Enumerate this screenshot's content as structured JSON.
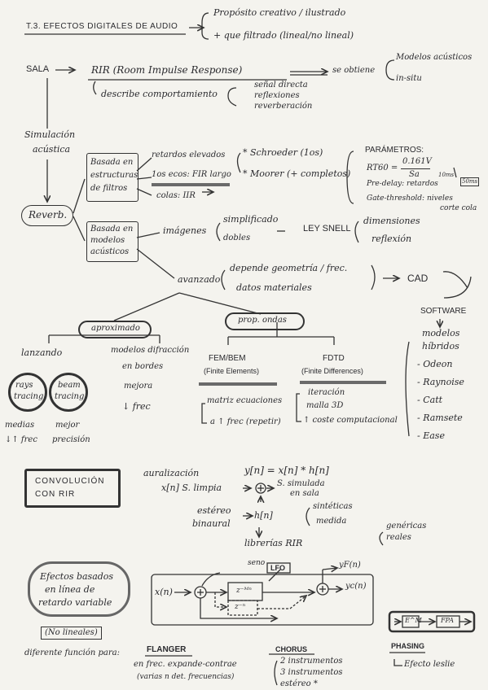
{
  "title": "T.3. EFECTOS DIGITALES DE AUDIO",
  "proposito": "Propósito creativo / ilustrado",
  "filtrado": "+ que filtrado (lineal/no lineal)",
  "sala": "SALA",
  "rir": "RIR (Room Impulse Response)",
  "se_obtiene": "se obtiene",
  "modelos_acusticos": "Modelos acústicos",
  "in_situ": "in-situ",
  "describe": "describe comportamiento",
  "senal_directa": "señal directa",
  "reflexiones": "reflexiones",
  "reverberacion": "reverberación",
  "simulacion": "Simulación",
  "acustica": "acústica",
  "reverb": "Reverb.",
  "basada_filtros": [
    "Basada en",
    "estructuras",
    "de filtros"
  ],
  "retardos": "retardos elevados",
  "ecos_fir": "1os ecos: FIR largo",
  "colas_iir": "colas: IIR",
  "schroeder": "* Schroeder (1os)",
  "moorer": "* Moorer (+ completos)",
  "parametros": "PARÁMETROS:",
  "rt60": "RT60 =",
  "rt60_num": "0.161V",
  "rt60_den": "Sa",
  "predelay": "Pre-delay: retardos",
  "gate": "Gate-threshold: niveles",
  "corte_cola": "corte cola",
  "basada_modelos": [
    "Basada en",
    "modelos",
    "acústicos"
  ],
  "imagenes": "imágenes",
  "simplificado": "simplificado",
  "dobles": "dobles",
  "ley_snell": "LEY SNELL",
  "dimensiones": "dimensiones",
  "reflexion": "reflexión",
  "avanzado": "avanzado",
  "depende": "depende geometría / frec.",
  "datos_materiales": "datos materiales",
  "cad": "CAD",
  "software": "SOFTWARE",
  "modelos_hibridos": [
    "modelos",
    "híbridos"
  ],
  "software_list": [
    "- Odeon",
    "- Raynoise",
    "- Catt",
    "- Ramsete",
    "- Ease"
  ],
  "aproximado": "aproximado",
  "prop_ondas": "prop. ondas",
  "lanzando": "lanzando",
  "ray_label": [
    "rays",
    "tracing"
  ],
  "beam_label": [
    "beam",
    "tracing"
  ],
  "medias": "medias",
  "frec_up": "↓↑ frec",
  "mejor": "mejor",
  "precision": "precisión",
  "modelos_difraccion": "modelos difracción",
  "en_bordes": "en bordes",
  "mejora": "mejora",
  "baja_frec": "↓ frec",
  "fem": "FEM/BEM",
  "finite_elements": "(Finite Elements)",
  "fdtd": "FDTD",
  "finite_differences": "(Finite Differences)",
  "matriz": "matriz ecuaciones",
  "alta_frec": "a ↑ frec (repetir)",
  "iteracion": "iteración",
  "malla": "malla 3D",
  "coste": "↑ coste computacional",
  "convolucion": [
    "CONVOLUCIÓN",
    "CON RIR"
  ],
  "auralizacion": "auralización",
  "formula": "y[n] = x[n] * h[n]",
  "x_limpia": "x[n] S. limpia",
  "s_simulada": "S. simulada",
  "en_sala": "en sala",
  "estereo": "estéreo",
  "binaural": "binaural",
  "hn": "h[n]",
  "sinteticas": "sintéticas",
  "medida": "medida",
  "librerias": "librerías RIR",
  "genericas": "genéricas",
  "reales": "reales",
  "efectos_variable": [
    "Efectos basados",
    "en línea de",
    "retardo variable"
  ],
  "no_lineales": "(No lineales)",
  "diferente": "diferente función para:",
  "seno": "seno",
  "lfo": "LFO",
  "xn": "x(n)",
  "yfn": "yF(n)",
  "ycn": "yc(n)",
  "z_mn": "z⁻ᴹⁿ",
  "z_n": "z⁻ⁿ",
  "flanger": "FLANGER",
  "flanger_desc": [
    "en frec. expande-contrae",
    "(varias n det. frecuencias)"
  ],
  "chorus": "CHORUS",
  "chorus_list": [
    "2 instrumentos",
    "3 instrumentos",
    "estéreo *"
  ],
  "phasing": "PHASING",
  "efecto_leslie": "Efecto leslie",
  "phase_e": "E^M",
  "phase_fpa": "FPA",
  "ion_ms": "10ms",
  "zoom_ms": "50ms"
}
